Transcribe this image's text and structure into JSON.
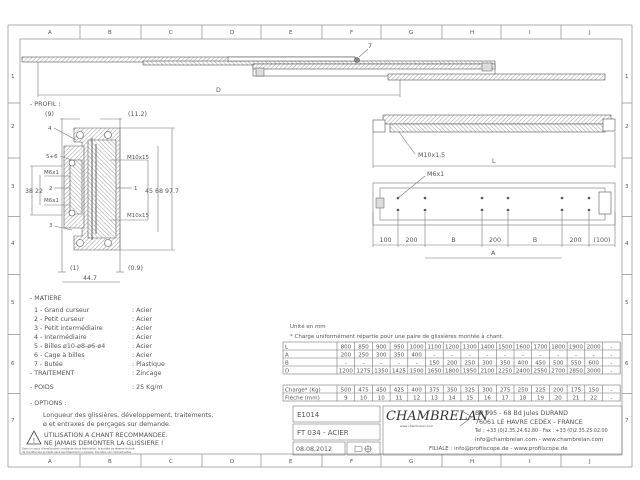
{
  "frame": {
    "columns": [
      "A",
      "B",
      "C",
      "D",
      "E",
      "F",
      "G",
      "H",
      "I",
      "J"
    ],
    "rows": [
      "1",
      "2",
      "3",
      "4",
      "5",
      "6",
      "7"
    ]
  },
  "top_view": {
    "label_item": "7",
    "dim_D": "D"
  },
  "profile": {
    "title": "- PROFIL :",
    "dims": {
      "w9": "(9)",
      "w11": "(11.2)",
      "w1": "(1)",
      "w09": "(0.9)",
      "total": "44.7",
      "h38_22": "38 22",
      "h_right": "45 68 97.7"
    },
    "callouts": [
      "4",
      "5+6",
      "M6x1",
      "2",
      "M6x1",
      "3",
      "M10x15",
      "1",
      "M10x15"
    ]
  },
  "side_view": {
    "thread": "M10x1,5",
    "dim_L": "L"
  },
  "plan_view": {
    "thread": "M6x1",
    "dims": [
      "100",
      "200",
      "B",
      "200",
      "B",
      "200",
      "(100)"
    ],
    "dim_A": "A"
  },
  "materials": {
    "title": "- MATIERE",
    "items": [
      {
        "name": "1 - Grand curseur",
        "value": ": Acier"
      },
      {
        "name": "2 - Petit curseur",
        "value": ": Acier"
      },
      {
        "name": "3 - Petit intermédiaire",
        "value": ": Acier"
      },
      {
        "name": "4 - Intermédiaire",
        "value": ": Acier"
      },
      {
        "name": "5 - Billes ø10-ø8-ø6-ø4",
        "value": ": Acier"
      },
      {
        "name": "6 - Cage à billes",
        "value": ": Acier"
      },
      {
        "name": "7 - Butée",
        "value": ": Plastique"
      }
    ],
    "treatment_label": "- TRAITEMENT",
    "treatment_value": ": Zincage",
    "weight_label": "- POIDS",
    "weight_value": ": 25 Kg/m",
    "options_label": "- OPTIONS :",
    "options_line1": "Longueur des glissières, développement, traitements,",
    "options_line2": "ø et entraxes de perçages sur demande."
  },
  "warning": {
    "line1": "UTILISATION A CHANT RECOMMANDEE.",
    "line2": "NE JAMAIS DEMONTER LA GLISSIERE !"
  },
  "disclaimer": {
    "line1": "Dans un souci d'amélioration constante de sa fabrication, la société se réserve le droit",
    "line2": "de modifier ses produits sans avertissement ni préavis. Données non contractuelles."
  },
  "table": {
    "unit": "Unité en mm",
    "note": "* Charge uniformément répartie pour une paire de glissières montée à chant.",
    "rows": [
      {
        "label": "L",
        "values": [
          "800",
          "850",
          "900",
          "950",
          "1000",
          "1100",
          "1200",
          "1300",
          "1400",
          "1500",
          "1600",
          "1700",
          "1800",
          "1900",
          "2000",
          "-"
        ]
      },
      {
        "label": "A",
        "values": [
          "200",
          "250",
          "300",
          "350",
          "400",
          "-",
          "-",
          "-",
          "-",
          "-",
          "-",
          "-",
          "-",
          "-",
          "-",
          "-"
        ]
      },
      {
        "label": "B",
        "values": [
          "-",
          "-",
          "-",
          "-",
          "-",
          "150",
          "200",
          "250",
          "300",
          "350",
          "400",
          "450",
          "500",
          "550",
          "600",
          "-"
        ]
      },
      {
        "label": "D",
        "values": [
          "1200",
          "1275",
          "1350",
          "1425",
          "1500",
          "1650",
          "1800",
          "1950",
          "2100",
          "2250",
          "2400",
          "2550",
          "2700",
          "2850",
          "3000",
          "-"
        ]
      }
    ],
    "rows2": [
      {
        "label": "Charge* (Kg)",
        "values": [
          "500",
          "475",
          "450",
          "425",
          "400",
          "375",
          "350",
          "325",
          "300",
          "275",
          "250",
          "225",
          "200",
          "175",
          "150",
          "-"
        ]
      },
      {
        "label": "Flèche (mm)",
        "values": [
          "9",
          "10",
          "10",
          "11",
          "12",
          "13",
          "14",
          "15",
          "16",
          "17",
          "18",
          "19",
          "20",
          "21",
          "22",
          "-"
        ]
      }
    ]
  },
  "title_block": {
    "ref": "E1014",
    "designation": "FT 034 - ACIER",
    "date": "08.08.2012",
    "brand": "CHAMBRELAN",
    "brand_url": "www.chambrelan.com",
    "address1": "BP 995 - 68 Bd Jules DURAND",
    "address2": "76061 LE HAVRE CEDEX - FRANCE",
    "phone": "Tel : +33 (0)2.35.24.62.80 - Fax : +33 (0)2.35.25.02.00",
    "web": "info@chambrelan.com - www.chambrelan.com",
    "subsidiary": "FILIALE : info@profilscope.de - www.profilscope.de"
  }
}
